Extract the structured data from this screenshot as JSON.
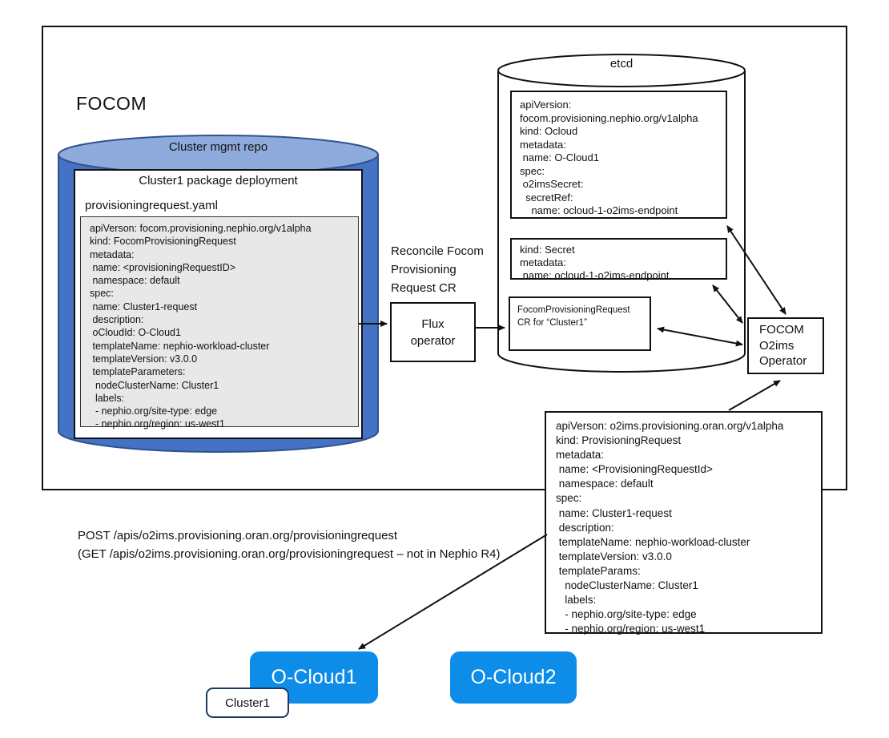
{
  "colors": {
    "repo_cylinder_body": "#4472C4",
    "repo_cylinder_top": "#8FAADC",
    "repo_cylinder_border": "#2F528F",
    "ocloud_button_blue": "#0D8CE8",
    "cluster1_border": "#203864",
    "code_block_bg": "#E8E8E8",
    "line_black": "#111111"
  },
  "focom": {
    "label": "FOCOM"
  },
  "repo": {
    "title": "Cluster mgmt repo",
    "package_title": "Cluster1 package deployment",
    "file_name": "provisioningrequest.yaml",
    "yaml": [
      "apiVerson: focom.provisioning.nephio.org/v1alpha",
      "kind: FocomProvisioningRequest",
      "metadata:",
      " name: <provisioningRequestID>",
      " namespace: default",
      "spec:",
      " name: Cluster1-request",
      " description:",
      " oCloudId: O-Cloud1",
      " templateName: nephio-workload-cluster",
      " templateVersion: v3.0.0",
      " templateParameters:",
      "  nodeClusterName: Cluster1",
      "  labels:",
      "  - nephio.org/site-type: edge",
      "  - nephio.org/region: us-west1"
    ]
  },
  "reconcile_note": [
    "Reconcile Focom",
    "Provisioning",
    "Request CR"
  ],
  "flux": [
    "Flux",
    "operator"
  ],
  "etcd": {
    "title": "etcd",
    "ocloud_cr_yaml": [
      "apiVersion:",
      "focom.provisioning.nephio.org/v1alpha",
      "kind: Ocloud",
      "metadata:",
      " name: O-Cloud1",
      "spec:",
      " o2imsSecret:",
      "  secretRef:",
      "    name: ocloud-1-o2ims-endpoint"
    ],
    "secret_yaml": [
      "kind: Secret",
      "metadata:",
      " name: ocloud-1-o2ims-endpoint"
    ],
    "focom_pr_cr": [
      "FocomProvisioningRequest",
      "CR for “Cluster1”"
    ]
  },
  "operator": [
    "FOCOM",
    "O2ims",
    "Operator"
  ],
  "o2ims_request_yaml": [
    "apiVerson: o2ims.provisioning.oran.org/v1alpha",
    "kind: ProvisioningRequest",
    "metadata:",
    " name: <ProvisioningRequestId>",
    " namespace: default",
    "spec:",
    " name: Cluster1-request",
    " description:",
    " templateName: nephio-workload-cluster",
    " templateVersion: v3.0.0",
    " templateParams:",
    "   nodeClusterName: Cluster1",
    "   labels:",
    "   - nephio.org/site-type: edge",
    "   - nephio.org/region: us-west1"
  ],
  "api_note": [
    "POST /apis/o2ims.provisioning.oran.org/provisioningrequest",
    "(GET /apis/o2ims.provisioning.oran.org/provisioningrequest  – not in Nephio R4)"
  ],
  "oclouds": {
    "ocloud1": "O-Cloud1",
    "ocloud2": "O-Cloud2",
    "cluster1": "Cluster1"
  }
}
